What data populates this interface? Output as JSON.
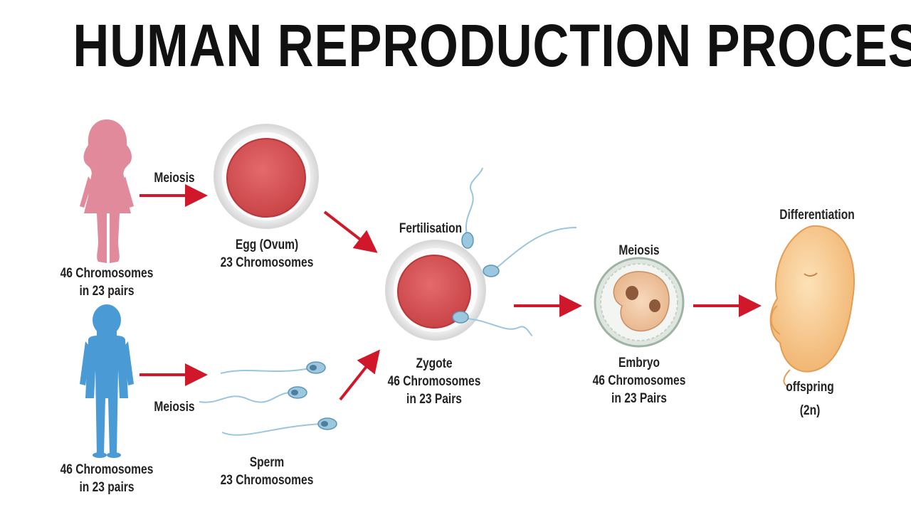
{
  "title": "HUMAN REPRODUCTION PROCESS",
  "female": {
    "line1": "46 Chromosomes",
    "line2": "in 23 pairs"
  },
  "male": {
    "line1": "46 Chromosomes",
    "line2": "in 23 pairs"
  },
  "meiosis_egg": "Meiosis",
  "meiosis_sperm": "Meiosis",
  "egg": {
    "line1": "Egg (Ovum)",
    "line2": "23 Chromosomes"
  },
  "sperm": {
    "line1": "Sperm",
    "line2": "23 Chromosomes"
  },
  "fertilisation": "Fertilisation",
  "zygote": {
    "line1": "Zygote",
    "line2": "46 Chromosomes",
    "line3": "in 23 Pairs"
  },
  "meiosis_embryo": "Meiosis",
  "embryo": {
    "line1": "Embryo",
    "line2": "46 Chromosomes",
    "line3": "in 23 Pairs"
  },
  "differentiation": "Differentiation",
  "offspring": {
    "line1": "offspring",
    "line2": "(2n)"
  },
  "colors": {
    "female": "#e08a9c",
    "male": "#4a9ad6",
    "arrow": "#d1182a",
    "egg_cell": "#d9595c",
    "egg_ring": "#e8e8e8",
    "sperm_head": "#7fb3d0",
    "fetus": "#f6c98e"
  }
}
